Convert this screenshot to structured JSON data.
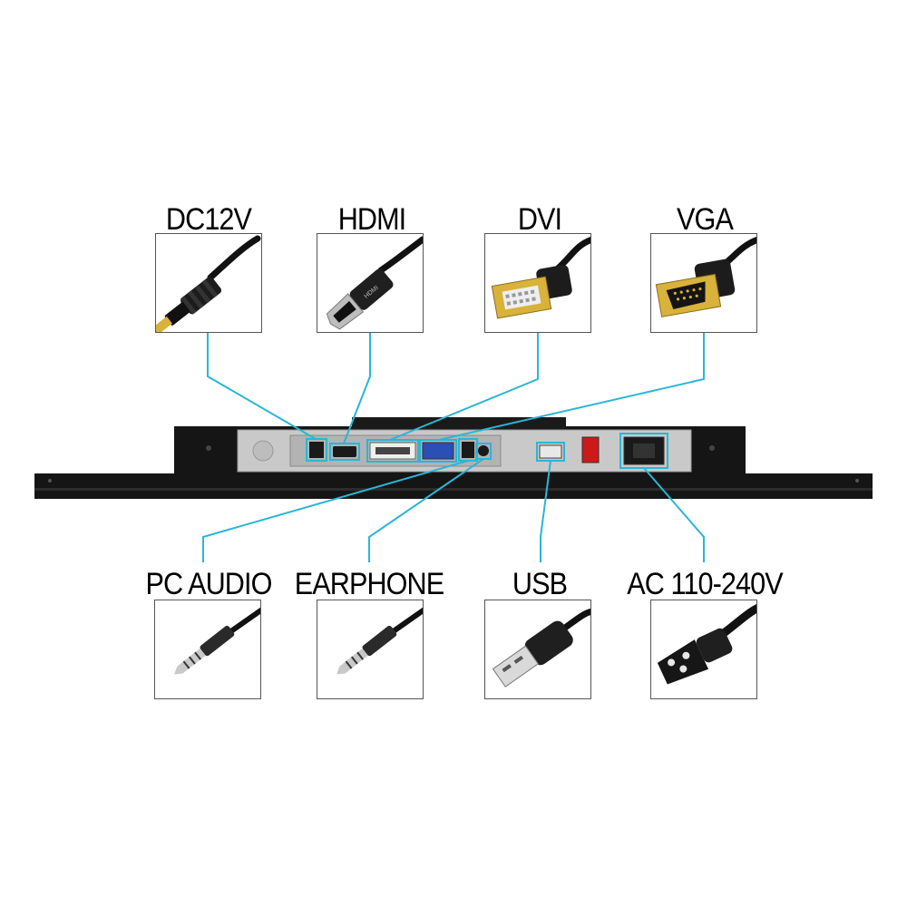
{
  "top_connectors": [
    {
      "id": "dc12v",
      "label": "DC12V"
    },
    {
      "id": "hdmi",
      "label": "HDMI"
    },
    {
      "id": "dvi",
      "label": "DVI"
    },
    {
      "id": "vga",
      "label": "VGA"
    }
  ],
  "bottom_connectors": [
    {
      "id": "pc-audio",
      "label": "PC AUDIO"
    },
    {
      "id": "earphone",
      "label": "EARPHONE"
    },
    {
      "id": "usb",
      "label": "USB"
    },
    {
      "id": "ac",
      "label": "AC 110-240V"
    }
  ],
  "colors": {
    "leader_line": "#29b6d6",
    "panel": "#1a1a1a",
    "io_plate": "#c9c9c9",
    "gold": "#d8b23a"
  },
  "icons": [
    "dc-plug-icon",
    "hdmi-plug-icon",
    "dvi-plug-icon",
    "vga-plug-icon",
    "audio-jack-icon",
    "usb-plug-icon",
    "power-plug-icon"
  ]
}
